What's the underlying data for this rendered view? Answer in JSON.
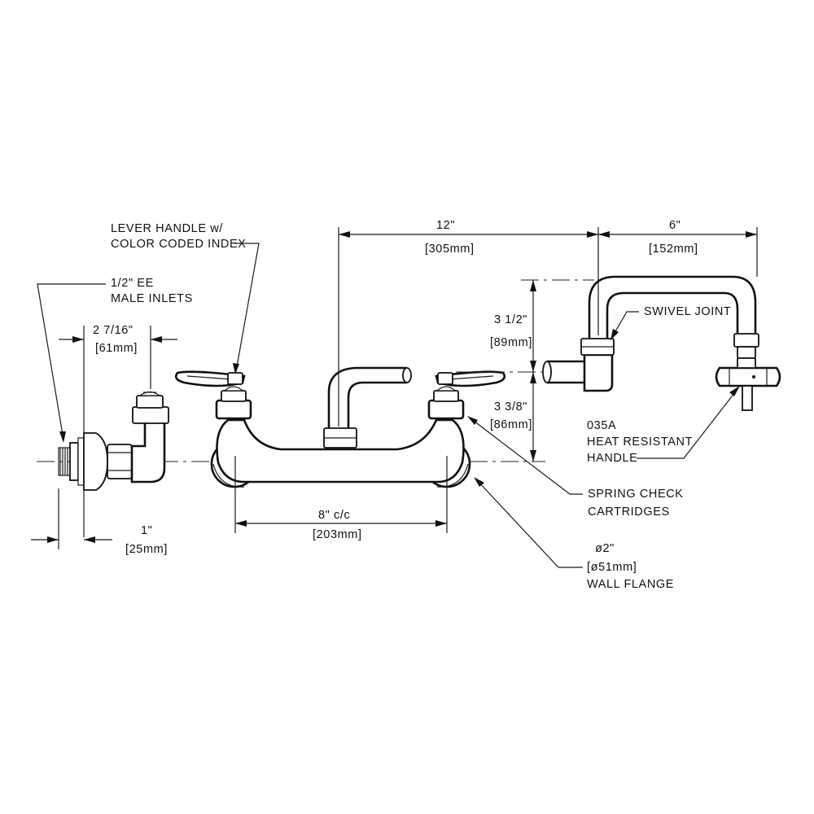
{
  "labels": {
    "lever_handle": [
      "LEVER HANDLE w/",
      "COLOR CODED INDEX"
    ],
    "male_inlets": [
      "1/2\" EE",
      "MALE INLETS"
    ],
    "dim_2_7_16": [
      "2 7/16\"",
      "[61mm]"
    ],
    "dim_1": [
      "1\"",
      "[25mm]"
    ],
    "dim_8cc": [
      "8\" c/c",
      "[203mm]"
    ],
    "dim_12": [
      "12\"",
      "[305mm]"
    ],
    "dim_6": [
      "6\"",
      "[152mm]"
    ],
    "dim_3_1_2": [
      "3 1/2\"",
      "[89mm]"
    ],
    "dim_3_3_8": [
      "3 3/8\"",
      "[86mm]"
    ],
    "swivel_joint": "SWIVEL JOINT",
    "heat_handle": [
      "035A",
      "HEAT RESISTANT",
      "HANDLE"
    ],
    "spring_check": [
      "SPRING CHECK",
      "CARTRIDGES"
    ],
    "wall_flange": [
      "ø2\"",
      "[ø51mm]",
      "WALL FLANGE"
    ]
  }
}
